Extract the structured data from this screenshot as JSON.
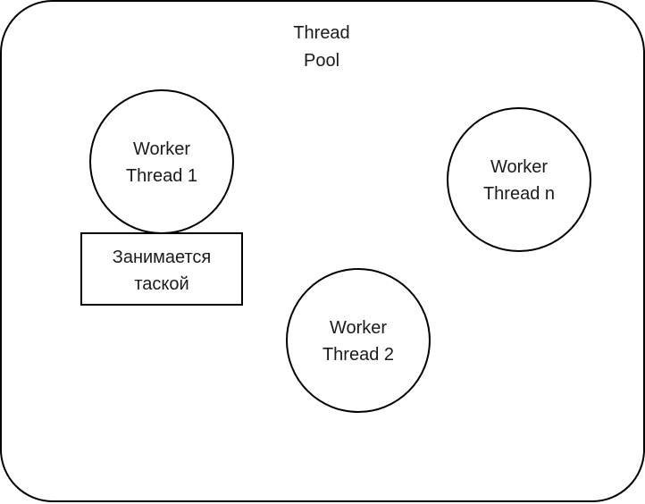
{
  "diagram": {
    "container": {
      "label_line1": "Thread",
      "label_line2": "Pool"
    },
    "workers": [
      {
        "line1": "Worker",
        "line2": "Thread 1"
      },
      {
        "line1": "Worker",
        "line2": "Thread n"
      },
      {
        "line1": "Worker",
        "line2": "Thread 2"
      }
    ],
    "status_box": {
      "line1": "Занимается",
      "line2": "таской"
    }
  },
  "colors": {
    "stroke": "#000000",
    "fill": "#ffffff",
    "text": "#1a1a1a"
  }
}
